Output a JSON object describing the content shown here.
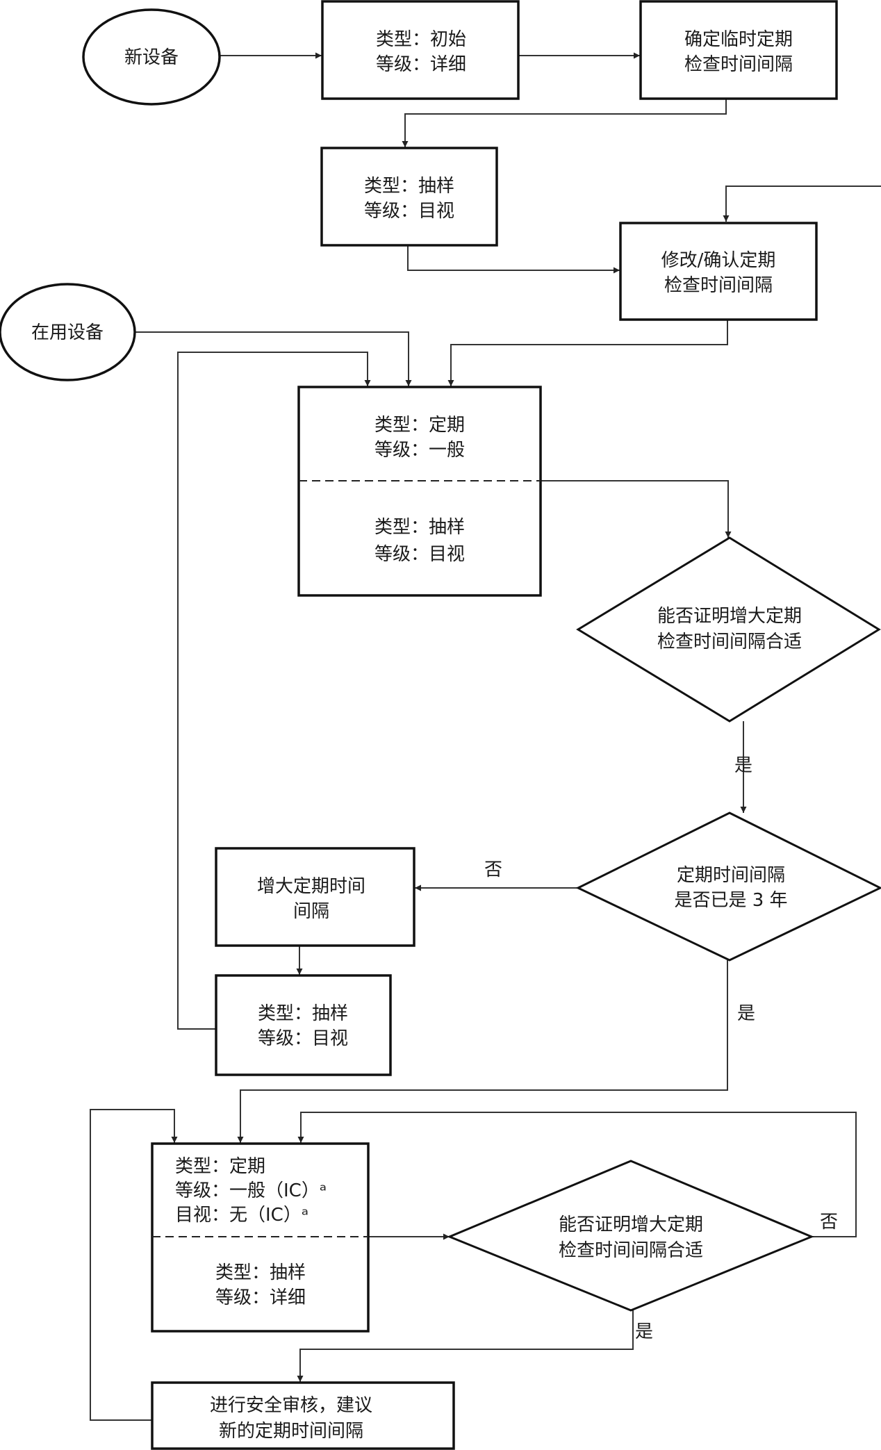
{
  "start_nodes": {
    "new_equipment": "新设备",
    "in_service_equipment": "在用设备"
  },
  "boxes": {
    "initial_inspection": {
      "line1": "类型：初始",
      "line2": "等级：详细"
    },
    "provisional_interval": {
      "line1": "确定临时定期",
      "line2": "检查时间间隔"
    },
    "sampling_visual_1": {
      "line1": "类型：抽样",
      "line2": "等级：目视"
    },
    "modify_confirm_interval": {
      "line1": "修改/确认定期",
      "line2": "检查时间间隔"
    },
    "periodic_general": {
      "top_line1": "类型：定期",
      "top_line2": "等级：一般",
      "bottom_line1": "类型：抽样",
      "bottom_line2": "等级：目视"
    },
    "increase_interval": {
      "line1": "增大定期时间",
      "line2": "间隔"
    },
    "sampling_visual_2": {
      "line1": "类型：抽样",
      "line2": "等级：目视"
    },
    "periodic_ic": {
      "top_line1": "类型：定期",
      "top_line2": "等级：一般（IC）ᵃ",
      "top_line3": "目视：无（IC）ᵃ",
      "bottom_line1": "类型：抽样",
      "bottom_line2": "等级：详细"
    },
    "safety_review": {
      "line1": "进行安全审核，建议",
      "line2": "新的定期时间间隔"
    }
  },
  "decisions": {
    "justify_increase_1": {
      "line1": "能否证明增大定期",
      "line2": "检查时间间隔合适"
    },
    "interval_three_years": {
      "line1": "定期时间间隔",
      "line2": "是否已是 3 年"
    },
    "justify_increase_2": {
      "line1": "能否证明增大定期",
      "line2": "检查时间间隔合适"
    }
  },
  "edge_labels": {
    "yes_1": "是",
    "no_1": "否",
    "yes_2": "是",
    "no_2": "否",
    "yes_3": "是"
  }
}
